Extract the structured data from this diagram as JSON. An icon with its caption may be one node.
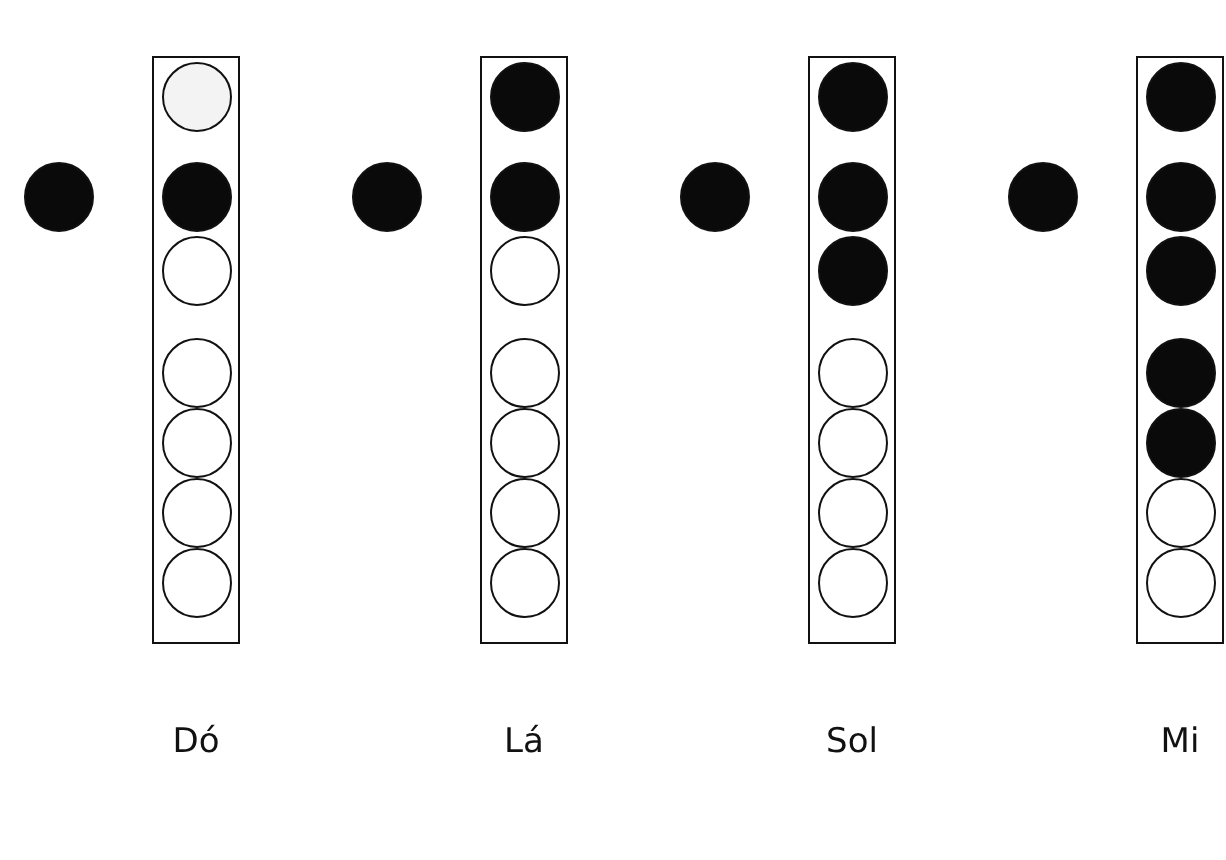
{
  "diagram": {
    "nodes": [
      {
        "text": [
          "Dó"
        ]
      },
      {
        "text": [
          "Lá"
        ]
      },
      {
        "text": [
          "Sol"
        ]
      },
      {
        "text": [
          "Mi"
        ]
      }
    ],
    "edges": []
  }
}
